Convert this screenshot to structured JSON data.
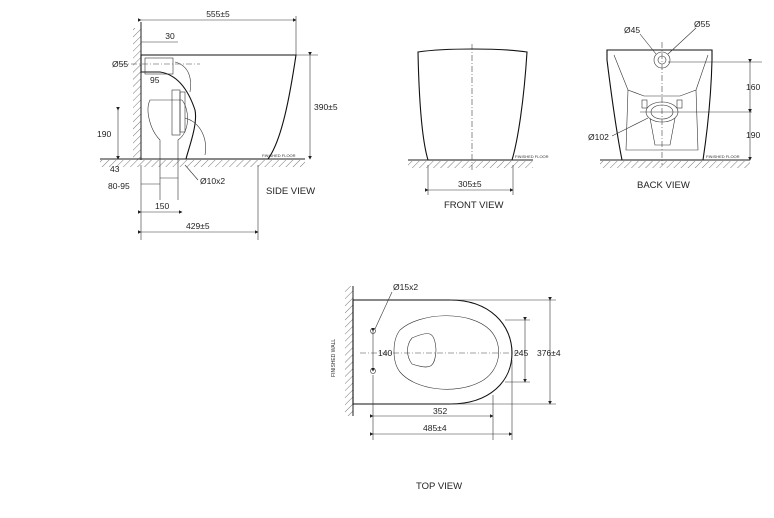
{
  "side_view": {
    "title": "SIDE VIEW",
    "dim_width_top": "555±5",
    "dim_30": "30",
    "dim_d55": "Ø55",
    "dim_95": "95",
    "dim_190": "190",
    "dim_height": "390±5",
    "dim_43": "43",
    "dim_80_95": "80-95",
    "dim_d10x2": "Ø10x2",
    "dim_150": "150",
    "dim_429": "429±5",
    "floor_label": "FINISHED FLOOR"
  },
  "front_view": {
    "title": "FRONT VIEW",
    "dim_305": "305±5",
    "floor_label": "FINISHED FLOOR"
  },
  "back_view": {
    "title": "BACK VIEW",
    "dim_d45": "Ø45",
    "dim_d55": "Ø55",
    "dim_160": "160",
    "dim_190": "190",
    "dim_d102": "Ø102",
    "floor_label": "FINISHED FLOOR"
  },
  "top_view": {
    "title": "TOP VIEW",
    "dim_d15x2": "Ø15x2",
    "dim_140": "140",
    "dim_245": "245",
    "dim_376": "376±4",
    "dim_352": "352",
    "dim_485": "485±4",
    "wall_label": "FINISHED WALL"
  }
}
